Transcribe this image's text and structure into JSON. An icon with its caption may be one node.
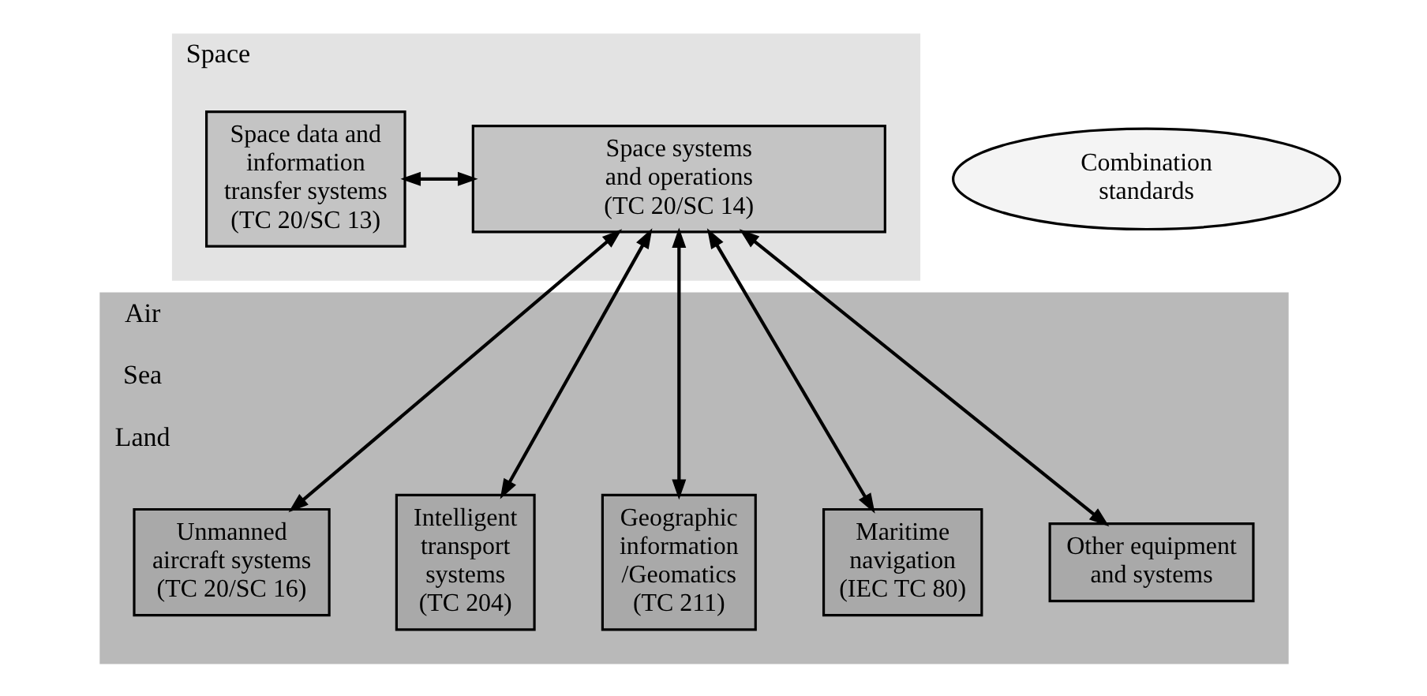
{
  "diagram": {
    "nodes": [
      {
        "text": [
          "Space"
        ]
      },
      {
        "text": [
          "Space data and information transfer systems",
          "(TC 20/SC 13)"
        ],
        "in": 0
      },
      {
        "text": [
          "Space systems and operations",
          "(TC 20/SC 14)"
        ],
        "in": 0
      },
      {
        "text": [
          "Combination standards"
        ]
      },
      {
        "text": [
          "Air",
          "Sea",
          "Land"
        ]
      },
      {
        "text": [
          "Unmanned aircraft systems",
          "(TC 20/SC 16)"
        ],
        "in": 4
      },
      {
        "text": [
          "Intelligent transport systems",
          "(TC 204)"
        ],
        "in": 4
      },
      {
        "text": [
          "Geographic information /Geomatics",
          "(TC 211)"
        ],
        "in": 4
      },
      {
        "text": [
          "Maritime navigation",
          "(IEC TC 80)"
        ],
        "in": 4
      },
      {
        "text": [
          "Other equipment and systems"
        ],
        "in": 4
      }
    ],
    "edges": [
      {
        "from": 1,
        "to": 2,
        "arrow": "both"
      },
      {
        "from": 2,
        "to": 5,
        "arrow": "both"
      },
      {
        "from": 2,
        "to": 6,
        "arrow": "both"
      },
      {
        "from": 2,
        "to": 7,
        "arrow": "both"
      },
      {
        "from": 2,
        "to": 8,
        "arrow": "both"
      },
      {
        "from": 2,
        "to": 9,
        "arrow": "both"
      }
    ]
  }
}
